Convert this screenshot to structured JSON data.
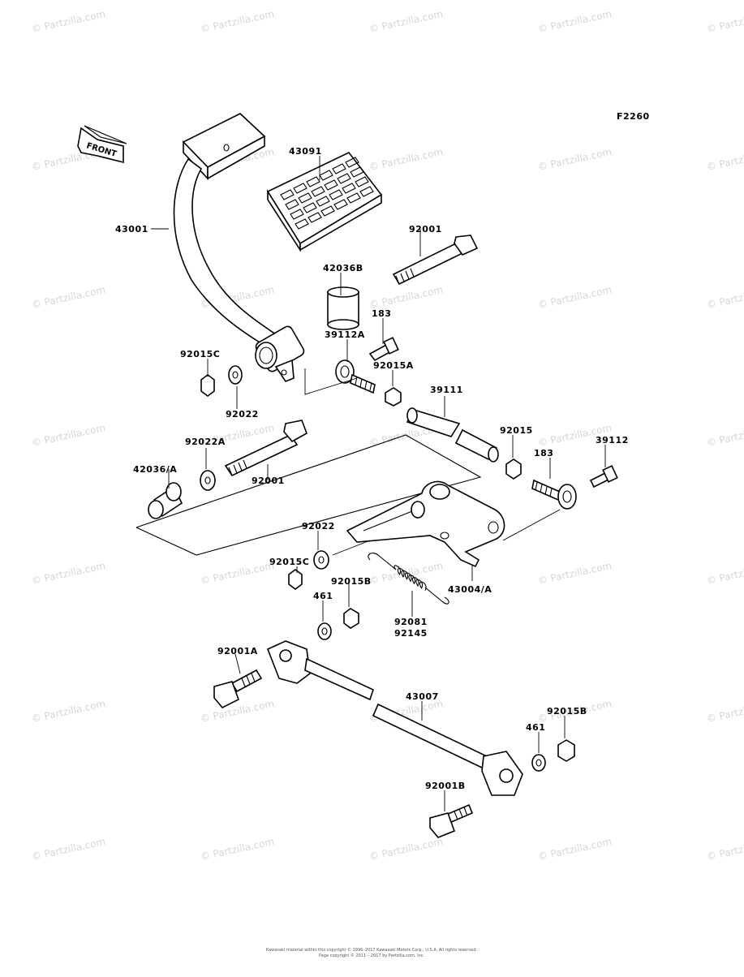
{
  "figure_code": "F2260",
  "front_marker": "FRONT",
  "watermark": "© Partzilla.com",
  "copyright": "Kawasaki material within this copyright © 1996–2017 Kawasaki Motors Corp., U.S.A. All rights reserved.",
  "copyright_line2": "Page copyright © 2011 – 2017 by Partzilla.com, Inc.",
  "callouts": [
    "43091",
    "43001",
    "92001",
    "42036B",
    "183",
    "39112A",
    "92015C",
    "92015A",
    "92022",
    "39111",
    "92022A",
    "92015",
    "92001",
    "183",
    "39112",
    "42036/A",
    "92022",
    "92015C",
    "92015B",
    "43004/A",
    "461",
    "92081",
    "92145",
    "92001A",
    "43007",
    "92015B",
    "461",
    "92001B"
  ],
  "colors": {
    "ink": "#000000",
    "watermark": "#d6d6d6",
    "paper": "#ffffff"
  }
}
